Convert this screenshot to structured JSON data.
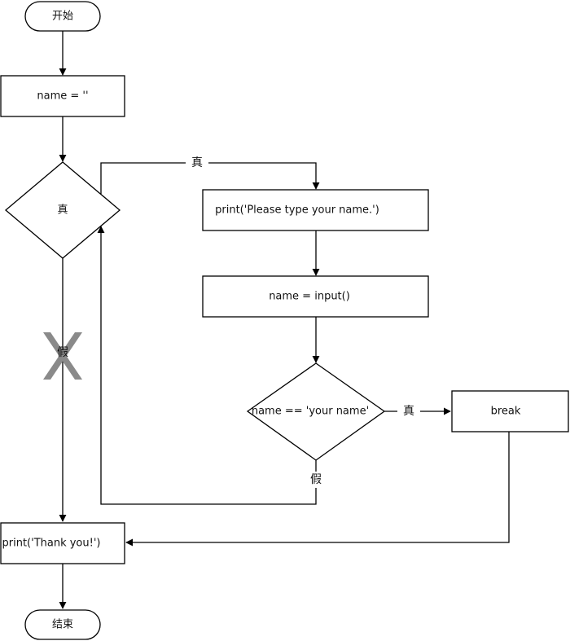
{
  "nodes": {
    "start": "开始",
    "init": "name = ''",
    "loop_cond": "真",
    "prompt": "print('Please type your name.')",
    "input": "name = input()",
    "check": "name == 'your name'",
    "break": "break",
    "thanks": "print('Thank you!')",
    "end": "结束"
  },
  "edge_labels": {
    "loop_true": "真",
    "loop_false": "假",
    "check_true": "真",
    "check_false": "假"
  }
}
